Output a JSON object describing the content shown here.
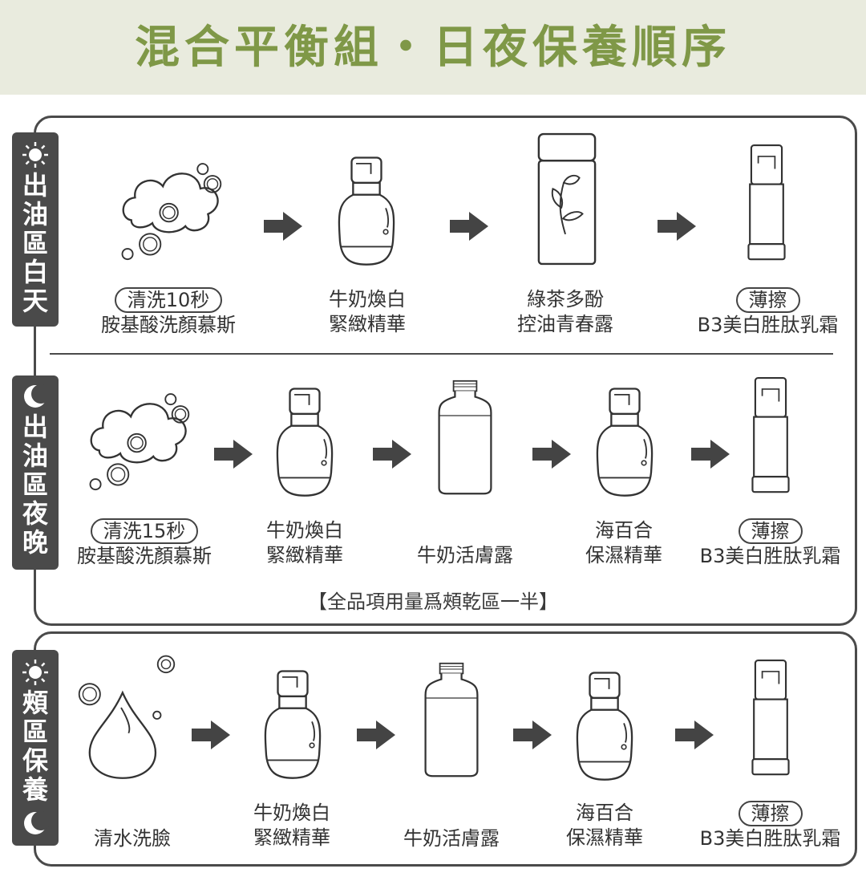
{
  "title": "混合平衡組・日夜保養順序",
  "sections": {
    "day": {
      "tag": [
        "出",
        "油",
        "區",
        "白",
        "天"
      ],
      "steps": [
        {
          "pill": "清洗10秒",
          "line1": "胺基酸洗顏慕斯",
          "line2": ""
        },
        {
          "pill": "",
          "line1": "牛奶煥白",
          "line2": "緊緻精華"
        },
        {
          "pill": "",
          "line1": "綠茶多酚",
          "line2": "控油青春露"
        },
        {
          "pill": "薄擦",
          "line1": "B3美白胜肽乳霜",
          "line2": ""
        }
      ]
    },
    "night": {
      "tag": [
        "出",
        "油",
        "區",
        "夜",
        "晚"
      ],
      "steps": [
        {
          "pill": "清洗15秒",
          "line1": "胺基酸洗顏慕斯"
        },
        {
          "line1": "牛奶煥白",
          "line2": "緊緻精華"
        },
        {
          "line1": "牛奶活膚露"
        },
        {
          "line1": "海百合",
          "line2": "保濕精華"
        },
        {
          "pill": "薄擦",
          "line1": "B3美白胜肽乳霜"
        }
      ],
      "note": "【全品項用量爲頰乾區一半】"
    },
    "cheek": {
      "tag": [
        "頰",
        "區",
        "保",
        "養"
      ],
      "steps": [
        {
          "line1": "清水洗臉"
        },
        {
          "line1": "牛奶煥白",
          "line2": "緊緻精華"
        },
        {
          "line1": "牛奶活膚露"
        },
        {
          "line1": "海百合",
          "line2": "保濕精華"
        },
        {
          "pill": "薄擦",
          "line1": "B3美白胜肽乳霜"
        }
      ]
    }
  },
  "colors": {
    "accent": "#7f9847",
    "header_bg": "#e9ebde",
    "dark": "#4a4a4a"
  },
  "icons": [
    "sun-icon",
    "moon-icon",
    "arrow-right-icon",
    "foam-icon",
    "serum-bottle-icon",
    "toner-bottle-icon",
    "cream-pump-icon",
    "water-drop-icon"
  ]
}
